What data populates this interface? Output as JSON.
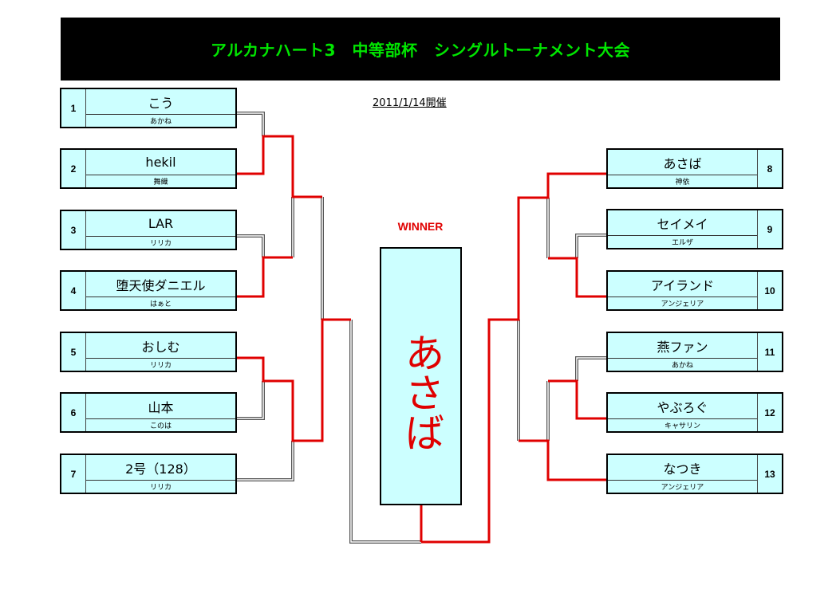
{
  "title": "アルカナハート3　中等部杯　シングルトーナメント大会",
  "date": "2011/1/14開催",
  "winner_label": "WINNER",
  "winner_name": "あさば",
  "colors": {
    "title_text": "#00e600",
    "win_line": "#e00000",
    "cell_bg": "#ccffff"
  },
  "left_entries": [
    {
      "seed": "1",
      "name": "こう",
      "sub": "あかね"
    },
    {
      "seed": "2",
      "name": "hekil",
      "sub": "舞織"
    },
    {
      "seed": "3",
      "name": "LAR",
      "sub": "リリカ"
    },
    {
      "seed": "4",
      "name": "堕天使ダニエル",
      "sub": "はぁと"
    },
    {
      "seed": "5",
      "name": "おしむ",
      "sub": "リリカ"
    },
    {
      "seed": "6",
      "name": "山本",
      "sub": "このは"
    },
    {
      "seed": "7",
      "name": "2号（128）",
      "sub": "リリカ"
    }
  ],
  "right_entries": [
    {
      "seed": "8",
      "name": "あさば",
      "sub": "神依"
    },
    {
      "seed": "9",
      "name": "セイメイ",
      "sub": "エルザ"
    },
    {
      "seed": "10",
      "name": "アイランド",
      "sub": "アンジェリア"
    },
    {
      "seed": "11",
      "name": "燕ファン",
      "sub": "あかね"
    },
    {
      "seed": "12",
      "name": "やぶろぐ",
      "sub": "キャサリン"
    },
    {
      "seed": "13",
      "name": "なつき",
      "sub": "アンジェリア"
    }
  ]
}
